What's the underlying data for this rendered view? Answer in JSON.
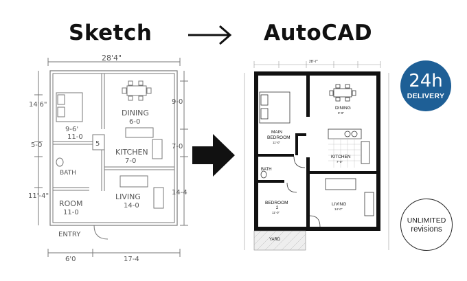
{
  "headings": {
    "left": "Sketch",
    "right": "AutoCAD"
  },
  "sketch": {
    "top_dim": "28'4\"",
    "left_dims": [
      "14'6\"",
      "5-0",
      "11'-4\""
    ],
    "right_dims": [
      "9-0",
      "7-0",
      "14-4"
    ],
    "bottom_dims": [
      "6'0",
      "17-4"
    ],
    "rooms": {
      "dining": "DINING",
      "dining_size": "6-0",
      "bedroom_size_a": "9-6'",
      "bedroom_size_b": "11-0",
      "kitchen": "KITCHEN",
      "kitchen_size": "7-0",
      "closet": "5",
      "bath": "BATH",
      "living": "LIVING",
      "living_size": "14-0",
      "room": "ROOM",
      "room_size": "11-0",
      "entry": "ENTRY"
    }
  },
  "cad": {
    "top_dim": "28'-7\"",
    "rooms": {
      "dining": "DINING",
      "dining_size": "9'-9\"",
      "main_bedroom_1": "MAIN",
      "main_bedroom_2": "BEDROOM",
      "main_bedroom_size": "11'-0\"",
      "kitchen": "KITCHEN",
      "kitchen_size": "7'-0\"",
      "bath": "BATH",
      "bedroom2_1": "BEDROOM",
      "bedroom2_2": "2",
      "bedroom2_size": "11'-0\"",
      "living": "LIVING",
      "living_size": "14'-0\"",
      "yard": "YARD"
    }
  },
  "badges": {
    "delivery_big": "24h",
    "delivery_small": "DELIVERY",
    "unlimited": "UNLIMITED",
    "revisions": "revisions"
  },
  "colors": {
    "badge_blue": "#1e5f96",
    "arrow": "#111111",
    "sketch_ink": "#666666",
    "cad_wall": "#111111"
  }
}
